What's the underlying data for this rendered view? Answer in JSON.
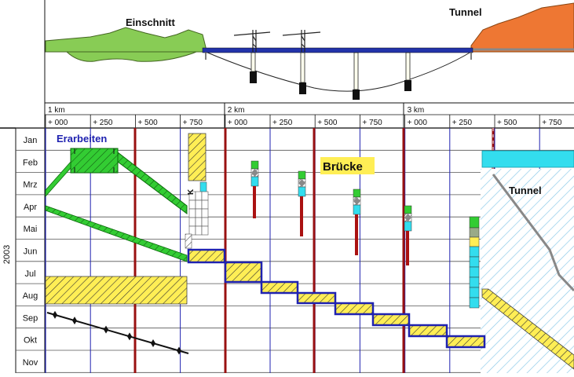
{
  "profile": {
    "label_cut": "Einschnitt",
    "label_tunnel": "Tunnel"
  },
  "km_labels": [
    "1 km",
    "2 km",
    "3 km"
  ],
  "chainage_labels": [
    "+ 000",
    "+ 250",
    "+ 500",
    "+ 750",
    "+ 000",
    "+ 250",
    "+ 500",
    "+ 750",
    "+ 000",
    "+ 250",
    "+ 500",
    "+ 750"
  ],
  "year": "2003",
  "months": [
    "Jan",
    "Feb",
    "Mrz",
    "Apr",
    "Mai",
    "Jun",
    "Jul",
    "Aug",
    "Sep",
    "Okt",
    "Nov"
  ],
  "labels": {
    "earthworks": "Erarbeiten",
    "bridge": "Brücke",
    "tunnel": "Tunnel",
    "vertical": "K"
  },
  "colors": {
    "green": "#33cc33",
    "yellow": "#ffee55",
    "blue_outline": "#1f22b0",
    "cyan": "#33ddee",
    "dark_red": "#991111",
    "terrain_green": "#88cc55",
    "terrain_orange": "#ee7733",
    "hatch_blue": "#88c8e8"
  }
}
